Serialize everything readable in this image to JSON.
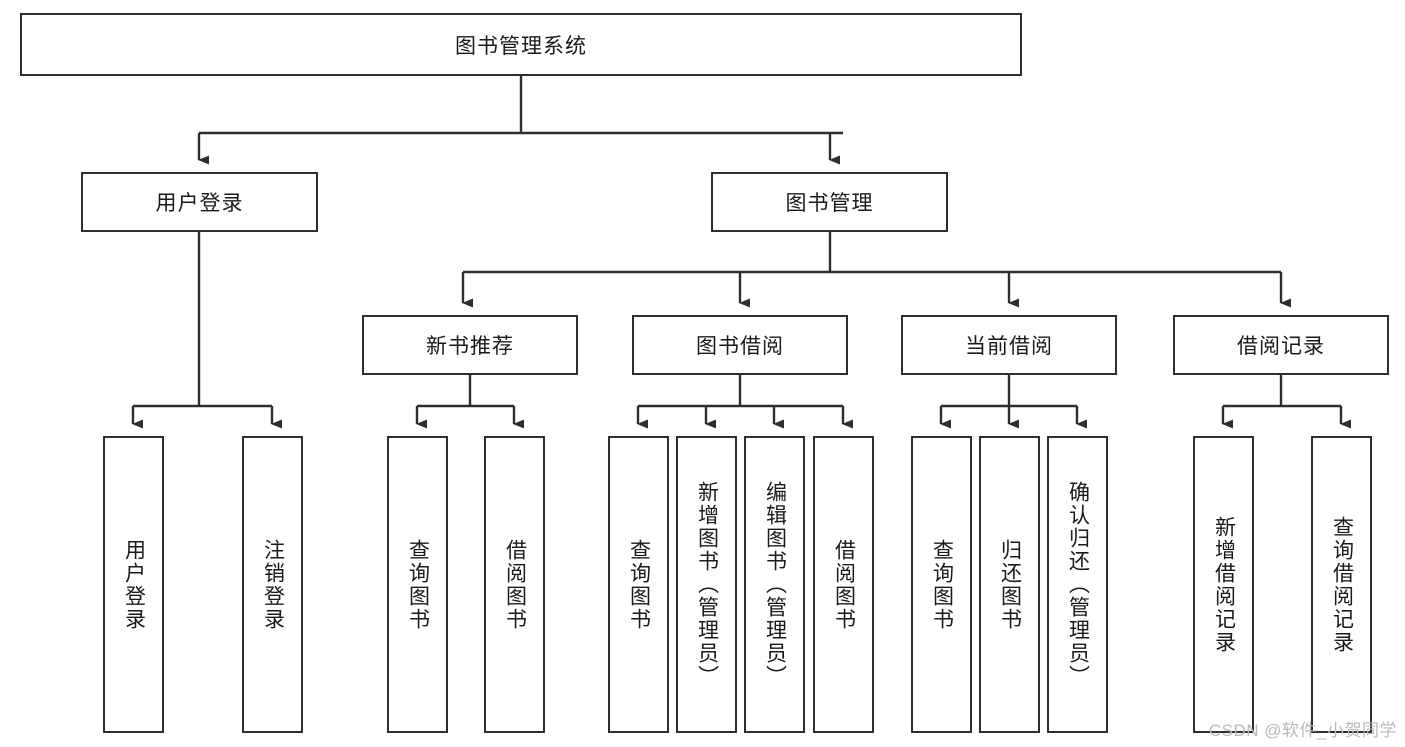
{
  "diagram": {
    "title": "图书管理系统",
    "watermark": "CSDN @软件_小贺同学",
    "line_color": "#2e2e2e",
    "box_fill": "#ffffff",
    "text_color": "#1a1a1a",
    "levels": {
      "root": {
        "label": "图书管理系统"
      },
      "level2": [
        {
          "label": "用户登录"
        },
        {
          "label": "图书管理"
        }
      ],
      "level3": [
        {
          "label": "新书推荐"
        },
        {
          "label": "图书借阅"
        },
        {
          "label": "当前借阅"
        },
        {
          "label": "借阅记录"
        }
      ],
      "leaves": {
        "user_login": [
          {
            "label": "用户登录"
          },
          {
            "label": "注销登录"
          }
        ],
        "new_book_recommend": [
          {
            "label": "查询图书"
          },
          {
            "label": "借阅图书"
          }
        ],
        "book_borrow": [
          {
            "label": "查询图书"
          },
          {
            "label": "新增图书（管理员）"
          },
          {
            "label": "编辑图书（管理员）"
          },
          {
            "label": "借阅图书"
          }
        ],
        "current_borrow": [
          {
            "label": "查询图书"
          },
          {
            "label": "归还图书"
          },
          {
            "label": "确认归还（管理员）"
          }
        ],
        "borrow_record": [
          {
            "label": "新增借阅记录"
          },
          {
            "label": "查询借阅记录"
          }
        ]
      }
    }
  }
}
